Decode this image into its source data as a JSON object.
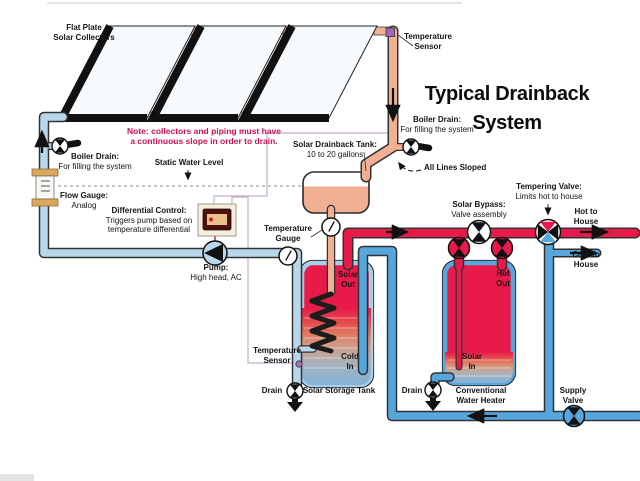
{
  "title": {
    "line1": "Typical Drainback",
    "line2": "System"
  },
  "note": {
    "line1": "Note: collectors and piping must have",
    "line2": "a continuous slope in order to drain."
  },
  "labels": {
    "flat_plate": {
      "l1": "Flat Plate",
      "l2": "Solar Collectors"
    },
    "temp_sensor_top": {
      "l1": "Temperature",
      "l2": "Sensor"
    },
    "boiler_drain_left": {
      "l1": "Boiler Drain:",
      "l2": "For filling the system"
    },
    "boiler_drain_right": {
      "l1": "Boiler Drain:",
      "l2": "For filling the system"
    },
    "static_water_level": "Static Water Level",
    "flow_gauge": {
      "l1": "Flow Gauge:",
      "l2": "Analog"
    },
    "differential_control": {
      "l1": "Differential Control:",
      "l2": "Triggers pump based on",
      "l3": "temperature differential"
    },
    "solar_drainback_tank": {
      "l1": "Solar Drainback Tank:",
      "l2": "10 to 20 gallons"
    },
    "all_lines_sloped": "All Lines Sloped",
    "temperature_gauge": {
      "l1": "Temperature",
      "l2": "Gauge"
    },
    "pump": {
      "l1": "Pump:",
      "l2": "High head, AC"
    },
    "tempering_valve": {
      "l1": "Tempering Valve:",
      "l2": "Limits hot to house"
    },
    "solar_bypass": {
      "l1": "Solar Bypass:",
      "l2": "Valve assembly"
    },
    "hot_to_house": {
      "l1": "Hot to",
      "l2": "House"
    },
    "cold_to_house": {
      "l1": "Cold to",
      "l2": "House"
    },
    "solar_out": {
      "l1": "Solar",
      "l2": "Out"
    },
    "cold_in": {
      "l1": "Cold",
      "l2": "In"
    },
    "hot_out": {
      "l1": "Hot",
      "l2": "Out"
    },
    "solar_in": {
      "l1": "Solar",
      "l2": "In"
    },
    "temp_sensor_bottom": {
      "l1": "Temperature",
      "l2": "Sensor"
    },
    "drain_left": "Drain",
    "drain_right": "Drain",
    "solar_storage_tank": "Solar Storage Tank",
    "conventional_water_heater": {
      "l1": "Conventional",
      "l2": "Water Heater"
    },
    "supply_valve": {
      "l1": "Supply",
      "l2": "Valve"
    }
  },
  "colors": {
    "hot_red": "#e81a4a",
    "cold_supply_blue": "#56a7dd",
    "collector_return_blue": "#b9d7ea",
    "drainback_salmon": "#f1b094",
    "note_text": "#cb1157",
    "sensor_purple": "#a465c0"
  },
  "icons": {
    "valve": "bowtie-circle",
    "drain_valve": "bowtie-circle-with-spout",
    "pump": "circle-with-triangle",
    "gauge": "dial-circle",
    "sensor": "purple-dot"
  }
}
